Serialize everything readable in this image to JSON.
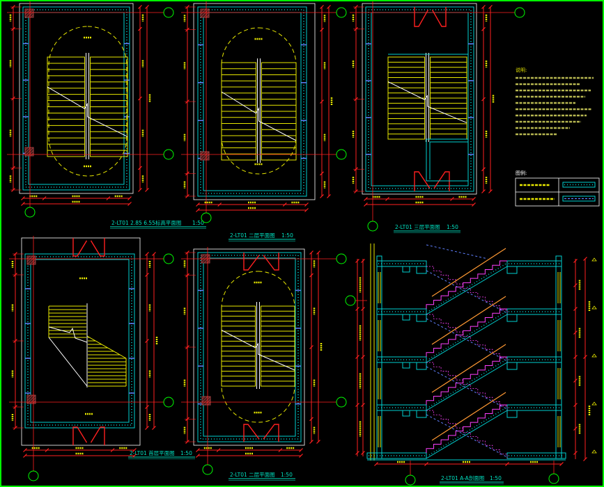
{
  "drawings": [
    {
      "title": "2-LT01 2.85 6.55标高平面图",
      "scale": "1:50"
    },
    {
      "title": "2-LT01 二层平面图",
      "scale": "1:50"
    },
    {
      "title": "2-LT01 三层平面图",
      "scale": "1:50"
    },
    {
      "title": "2-LT01 首层平面图",
      "scale": "1:50"
    },
    {
      "title": "2-LT01 二层平面图",
      "scale": "1:50"
    },
    {
      "title": "2-LT01 A-A剖面图",
      "scale": "1:50"
    }
  ],
  "notes": {
    "heading": "说明:"
  },
  "legend": {
    "heading": "图例:"
  },
  "colors": {
    "background": "#000000",
    "frame": "#00ff00",
    "wall": "#00d0d0",
    "stair": "#e8e800",
    "dim": "#ff2020",
    "axis": "#00ff00",
    "outline": "#ffffff",
    "column": "#a04040",
    "section_step": "#ff40ff",
    "rail": "#ff9933",
    "hidden": "#6080ff",
    "note": "#d8d860",
    "door": "#ff2020"
  }
}
